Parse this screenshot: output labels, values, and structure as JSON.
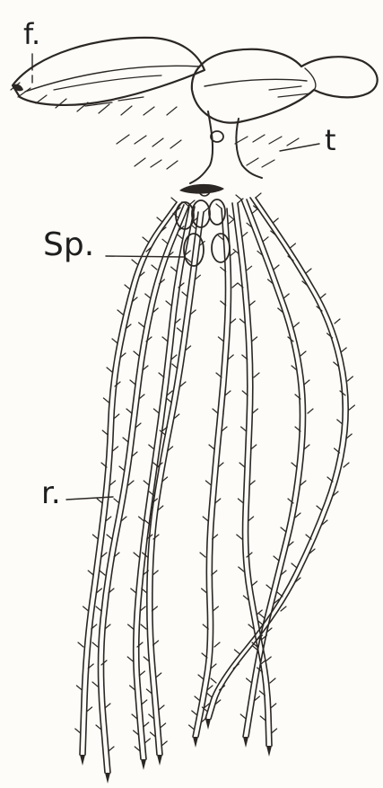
{
  "labels": {
    "frond": "f.",
    "stem": "t",
    "sporocarps": "Sp.",
    "roots": "r."
  },
  "colors": {
    "ink": "#2b2724",
    "paper": "#fdfcf8"
  }
}
